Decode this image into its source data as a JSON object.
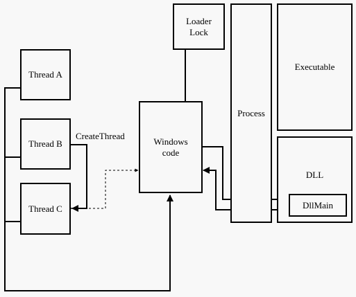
{
  "nodes": {
    "thread_a": "Thread A",
    "thread_b": "Thread B",
    "thread_c": "Thread C",
    "windows_code": "Windows code",
    "loader_lock": "Loader Lock",
    "process": "Process",
    "executable": "Executable",
    "dll": "DLL",
    "dllmain": "DllMain"
  },
  "edge_labels": {
    "create_thread": "CreateThread"
  }
}
